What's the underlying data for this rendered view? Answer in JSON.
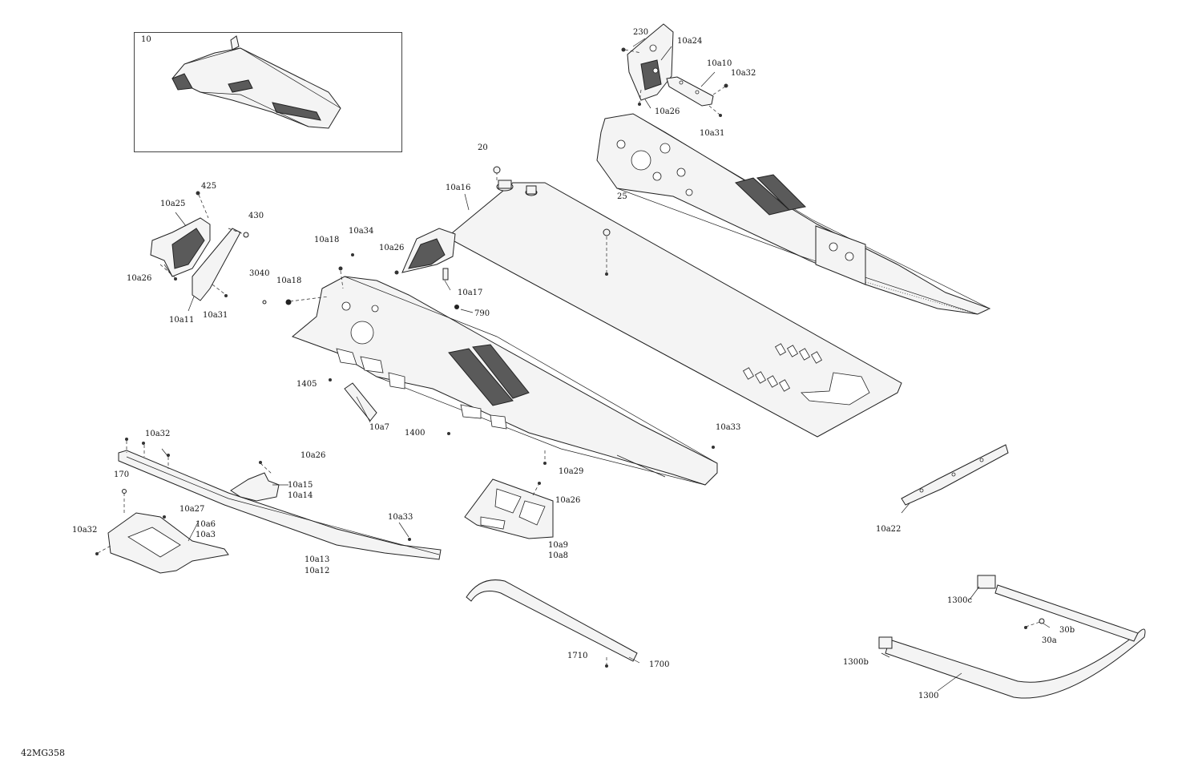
{
  "drawing_id": "42MG358",
  "labels": {
    "l10": "10",
    "l230": "230",
    "l10a24": "10a24",
    "l10a10": "10a10",
    "l10a32_top": "10a32",
    "l10a26_top": "10a26",
    "l10a31_top": "10a31",
    "l20": "20",
    "l10a16": "10a16",
    "l25": "25",
    "l425": "425",
    "l10a25": "10a25",
    "l430": "430",
    "l10a26_left": "10a26",
    "l10a11": "10a11",
    "l10a31_left": "10a31",
    "l10a18_a": "10a18",
    "l10a34": "10a34",
    "l10a26_mid": "10a26",
    "l3040": "3040",
    "l10a18_b": "10a18",
    "l10a17": "10a17",
    "l790": "790",
    "l1405": "1405",
    "l10a7": "10a7",
    "l1400": "1400",
    "l10a33_mid": "10a33",
    "l10a29": "10a29",
    "l10a32_low": "10a32",
    "l10a26_low": "10a26",
    "l170": "170",
    "l10a15": "10a15",
    "l10a14": "10a14",
    "l10a27": "10a27",
    "l10a6": "10a6",
    "l10a3": "10a3",
    "l10a32_left": "10a32",
    "l10a33_low": "10a33",
    "l10a13": "10a13",
    "l10a12": "10a12",
    "l10a26_plate": "10a26",
    "l10a9": "10a9",
    "l10a8": "10a8",
    "l10a22": "10a22",
    "l1710": "1710",
    "l1700": "1700",
    "l1300c": "1300c",
    "l30b": "30b",
    "l30a": "30a",
    "l1300b": "1300b",
    "l1300": "1300"
  }
}
